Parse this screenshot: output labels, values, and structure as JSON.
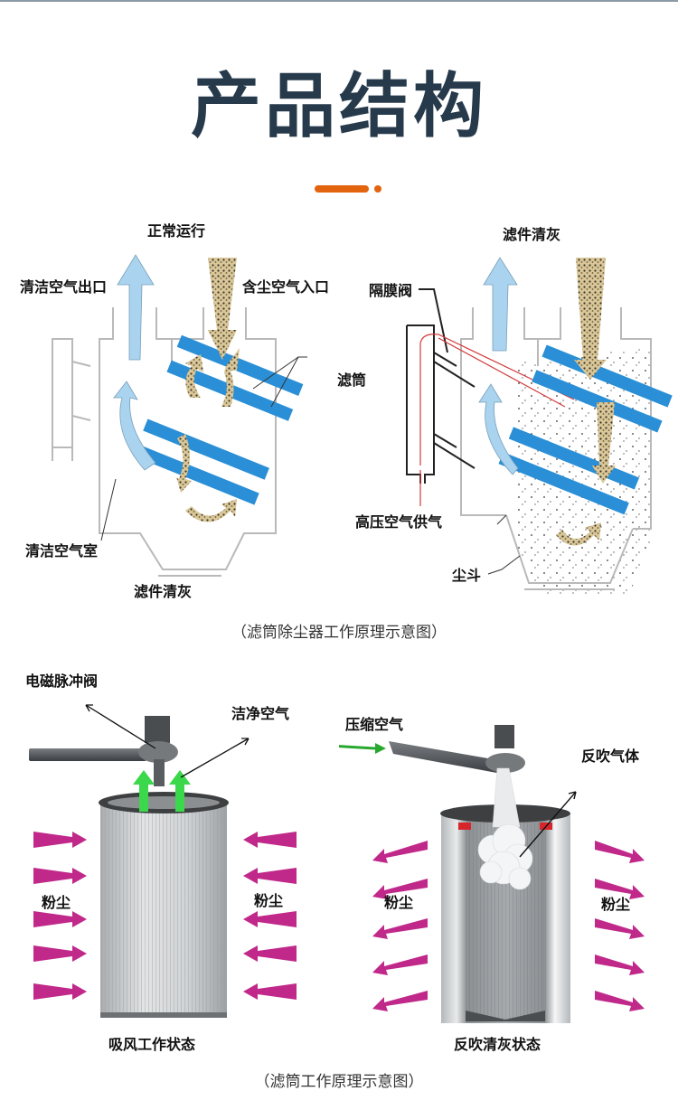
{
  "header": {
    "title": "产品结构",
    "accent_color": "#e2640f",
    "title_color": "#263a4c"
  },
  "section1": {
    "left_diagram": {
      "heading": "正常运行",
      "labels": {
        "clean_air_outlet": "清洁空气出口",
        "dusty_air_inlet": "含尘空气入口",
        "clean_air_chamber": "清洁空气室",
        "filter_cleaning": "滤件清灰"
      }
    },
    "right_diagram": {
      "heading": "滤件清灰",
      "labels": {
        "diaphragm_valve": "隔膜阀",
        "filter_cartridge": "滤筒",
        "high_pressure_air": "高压空气供气",
        "dust_hopper": "尘斗"
      }
    },
    "caption": "（滤筒除尘器工作原理示意图）"
  },
  "section2": {
    "left_diagram": {
      "labels": {
        "solenoid_pulse_valve": "电磁脉冲阀",
        "clean_air": "洁净空气",
        "dust_left": "粉尘",
        "dust_right": "粉尘"
      },
      "state": "吸风工作状态"
    },
    "right_diagram": {
      "labels": {
        "compressed_air": "压缩空气",
        "reverse_blow_gas": "反吹气体",
        "dust_left": "粉尘",
        "dust_right": "粉尘"
      },
      "state": "反吹清灰状态"
    },
    "caption": "（滤筒工作原理示意图）"
  },
  "colors": {
    "filter_blue": "#2a8fd6",
    "air_arrow_blue": "#a9d3ef",
    "dust_tan": "#b79e6a",
    "dust_arrow_magenta": "#c0288a",
    "clean_air_green": "#3ad84a",
    "pulse_red": "#d33a3a"
  }
}
